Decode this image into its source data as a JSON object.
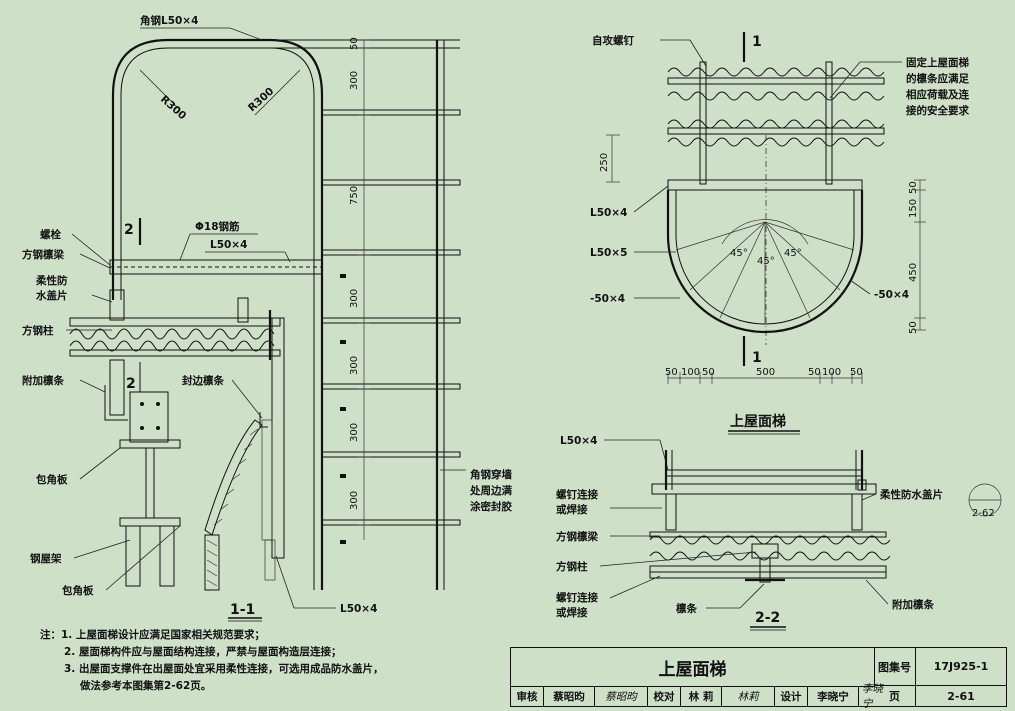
{
  "drawing": {
    "left_labels": {
      "angle_top": "角钢L50×4",
      "r1": "R300",
      "r2": "R300",
      "bolt": "螺栓",
      "sq_purlin": "方钢檩梁",
      "flex1": "柔性防",
      "flex2": "水盖片",
      "sq_col": "方钢柱",
      "extra_purlin": "附加檩条",
      "corner1": "包角板",
      "steel_frame": "钢屋架",
      "corner2": "包角板",
      "bar": "Φ18钢筋",
      "l50_mid": "L50×4",
      "seal_purlin": "封边檩条",
      "wall1": "角钢穿墙",
      "wall2": "处周边满",
      "wall3": "涂密封胶",
      "l50_bottom": "L50×4",
      "sec_mark": "2",
      "sec_mark_b": "2",
      "section_title": "1-1"
    },
    "left_dims": [
      "50",
      "300",
      "750",
      "300",
      "300",
      "300",
      "300"
    ],
    "right_labels": {
      "screw": "自攻螺钉",
      "note1": "固定上屋面梯",
      "note2": "的檩条应满足",
      "note3": "相应荷载及连",
      "note4": "接的安全要求",
      "l50_a": "L50×4",
      "l50_b": "L50×5",
      "m50": "-50×4",
      "m50_r": "-50×4",
      "sec1_top": "1",
      "sec1_bot": "1",
      "a45_1": "45°",
      "a45_2": "45°",
      "a45_3": "45°",
      "plan_title": "上屋面梯"
    },
    "right_dims_v": [
      "250",
      "50",
      "150",
      "450",
      "50"
    ],
    "right_dims_h": [
      "50",
      "100",
      "50",
      "500",
      "50",
      "100",
      "50"
    ],
    "sec2_labels": {
      "l50": "L50×4",
      "bolt1": "螺钉连接",
      "bolt2": "或焊接",
      "purlin": "方钢檩梁",
      "col": "方钢柱",
      "bolt3": "螺钉连接",
      "bolt4": "或焊接",
      "purl": "檩条",
      "flex": "柔性防水盖片",
      "extra": "附加檩条",
      "ref": "2-62",
      "title": "2-2"
    }
  },
  "notes": [
    "注：1. 上屋面梯设计应满足国家相关规范要求；",
    "2. 屋面梯构件应与屋面结构连接，严禁与屋面构造层连接；",
    "3. 出屋面支撑件在出屋面处宜采用柔性连接，可选用成品防水盖片，",
    "做法参考本图集第2-62页。"
  ],
  "title_block": {
    "title": "上屋面梯",
    "atlas_label": "图集号",
    "atlas_no": "17J925-1",
    "page_label": "页",
    "page_no": "2-61",
    "review_label": "审核",
    "review_name": "蔡昭昀",
    "review_sign": "蔡昭昀",
    "check_label": "校对",
    "check_name": "林 莉",
    "check_sign": "林莉",
    "design_label": "设计",
    "design_name": "李晓宁",
    "design_sign": "李晓宁"
  }
}
